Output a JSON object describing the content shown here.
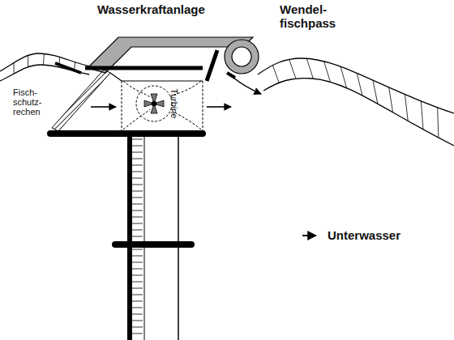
{
  "diagram": {
    "labels": [
      "Wasserkraftanlage",
      "Wendel- fischpass",
      "Fisch- schutz- rechen",
      "Turbine"
    ],
    "legend": [
      {
        "text": "Unterwasser"
      }
    ]
  }
}
